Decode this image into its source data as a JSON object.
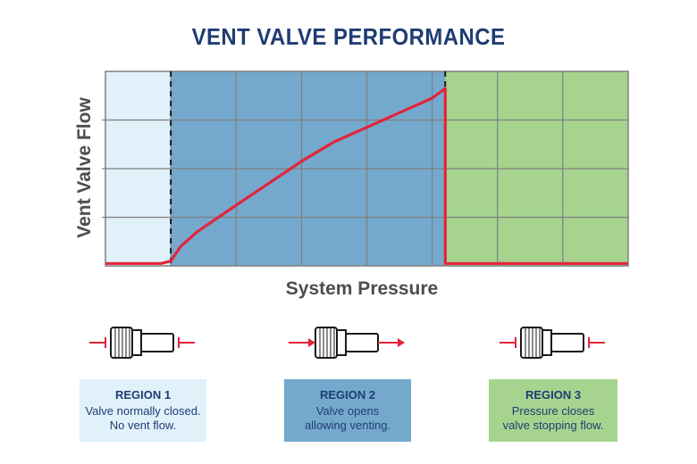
{
  "title": "VENT VALVE PERFORMANCE",
  "colors": {
    "title": "#1f3c73",
    "region1": "#e0f1fa",
    "region2": "#74a9cd",
    "region3": "#a6d48e",
    "curve": "#e3243b",
    "grid": "#7f7f7f",
    "axis_label": "#4d4d4d"
  },
  "chart_data": {
    "type": "line",
    "title": "VENT VALVE PERFORMANCE",
    "xlabel": "System Pressure",
    "ylabel": "Vent Valve Flow",
    "ylim": [
      0,
      4
    ],
    "grid": true,
    "regions": [
      {
        "name": "REGION 1",
        "x_start": 0,
        "x_end": 1
      },
      {
        "name": "REGION 2",
        "x_start": 1,
        "x_end": 5.2
      },
      {
        "name": "REGION 3",
        "x_start": 5.2,
        "x_end": 8
      }
    ],
    "series": [
      {
        "x": [
          0,
          0.85,
          1.0,
          1.15,
          1.4,
          2.0,
          2.5,
          3.0,
          3.5,
          4.0,
          4.5,
          5.0,
          5.2,
          5.2,
          5.21,
          8.0
        ],
        "values": [
          0.05,
          0.05,
          0.1,
          0.4,
          0.7,
          1.25,
          1.7,
          2.15,
          2.55,
          2.85,
          3.15,
          3.45,
          3.65,
          0.05,
          0.05,
          0.05
        ]
      }
    ]
  },
  "panels": [
    {
      "heading": "REGION 1",
      "lines": [
        "Valve normally closed.",
        "No vent flow."
      ],
      "flow": "blocked-both"
    },
    {
      "heading": "REGION 2",
      "lines": [
        "Valve opens",
        "allowing venting."
      ],
      "flow": "through"
    },
    {
      "heading": "REGION 3",
      "lines": [
        "Pressure closes",
        "valve stopping flow."
      ],
      "flow": "blocked-both"
    }
  ],
  "icons": [
    "vent-valve-icon",
    "flow-arrow-icon",
    "flow-block-icon"
  ]
}
